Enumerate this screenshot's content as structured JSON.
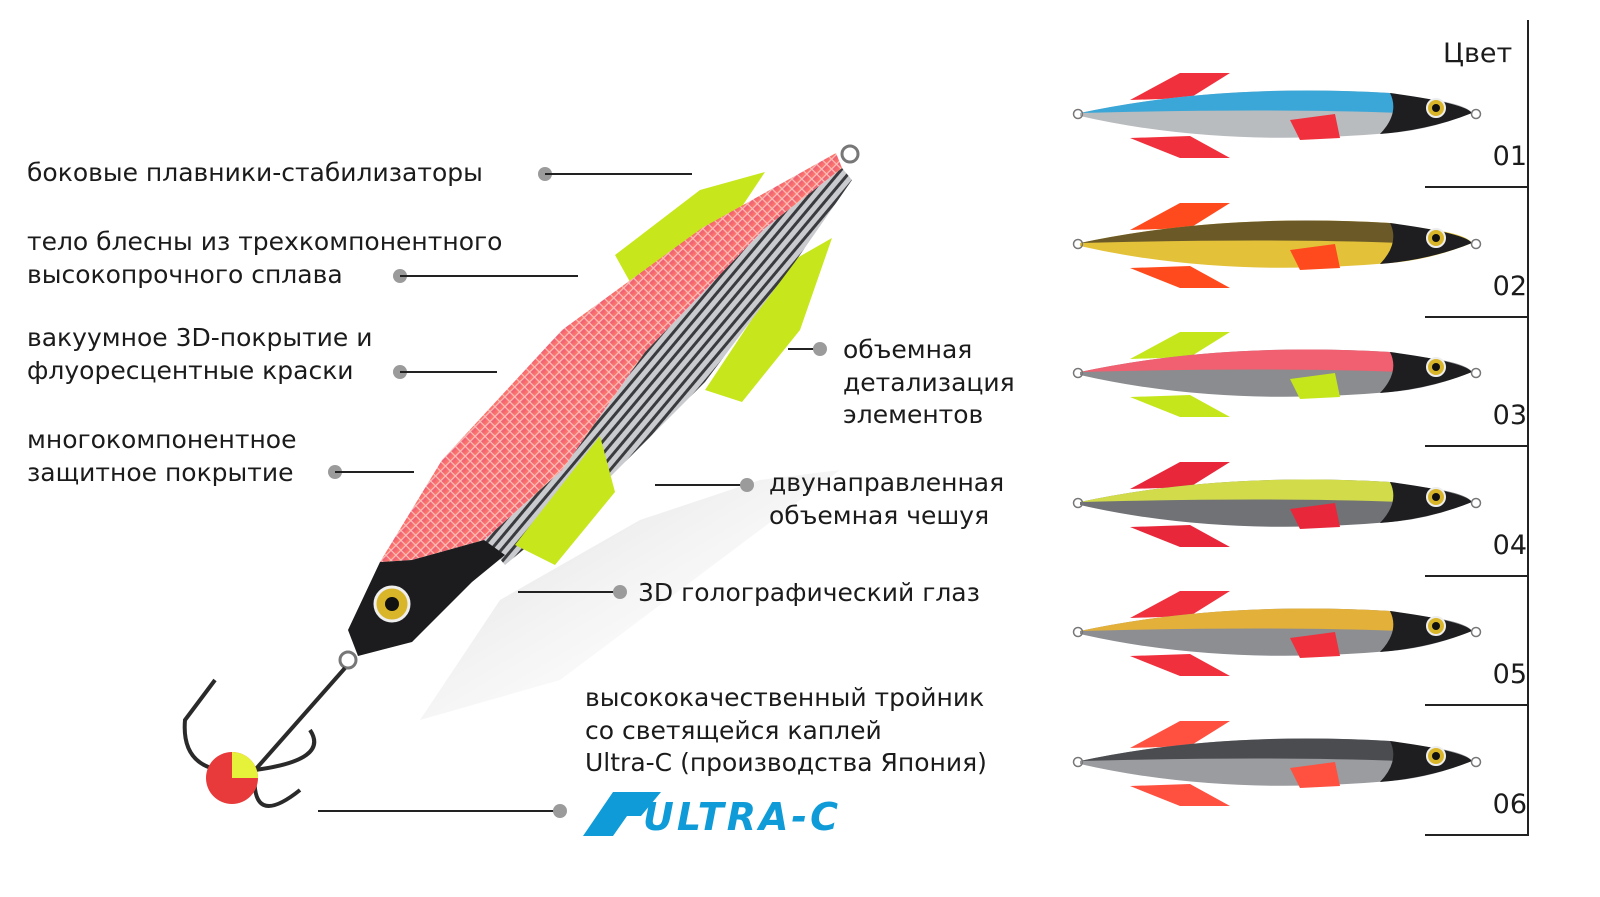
{
  "features": {
    "fins": [
      "боковые плавники-стабилизаторы"
    ],
    "body": [
      "тело блесны из трехкомпонентного",
      "высокопрочного сплава"
    ],
    "coating": [
      "вакуумное 3D-покрытие и",
      "флуоресцентные краски"
    ],
    "protective": [
      "многокомпонентное",
      "защитное покрытие"
    ],
    "detail": [
      "объемная",
      "детализация",
      "элементов"
    ],
    "scales": [
      "двунаправленная",
      "объемная чешуя"
    ],
    "eye": [
      "3D голографический глаз"
    ],
    "hook": [
      "высококачественный тройник",
      "со светящейся каплей",
      "Ultra-C (производства Япония)"
    ]
  },
  "logo": {
    "text": "ULTRA-C",
    "color": "#0f9bd7"
  },
  "colors": {
    "title": "Цвет",
    "items": [
      {
        "code": "01",
        "top": "#3aa7d8",
        "bottom": "#b9bcbf",
        "fin": "#f0303c"
      },
      {
        "code": "02",
        "top": "#6b5a28",
        "bottom": "#e3c23a",
        "fin": "#ff4a1e"
      },
      {
        "code": "03",
        "top": "#f06070",
        "bottom": "#8a8c8f",
        "fin": "#c5e61a"
      },
      {
        "code": "04",
        "top": "#d2dc4a",
        "bottom": "#707276",
        "fin": "#e8283a"
      },
      {
        "code": "05",
        "top": "#e3b03a",
        "bottom": "#8c8e92",
        "fin": "#f0303c"
      },
      {
        "code": "06",
        "top": "#4a4c50",
        "bottom": "#9a9ca0",
        "fin": "#ff5040"
      }
    ]
  }
}
